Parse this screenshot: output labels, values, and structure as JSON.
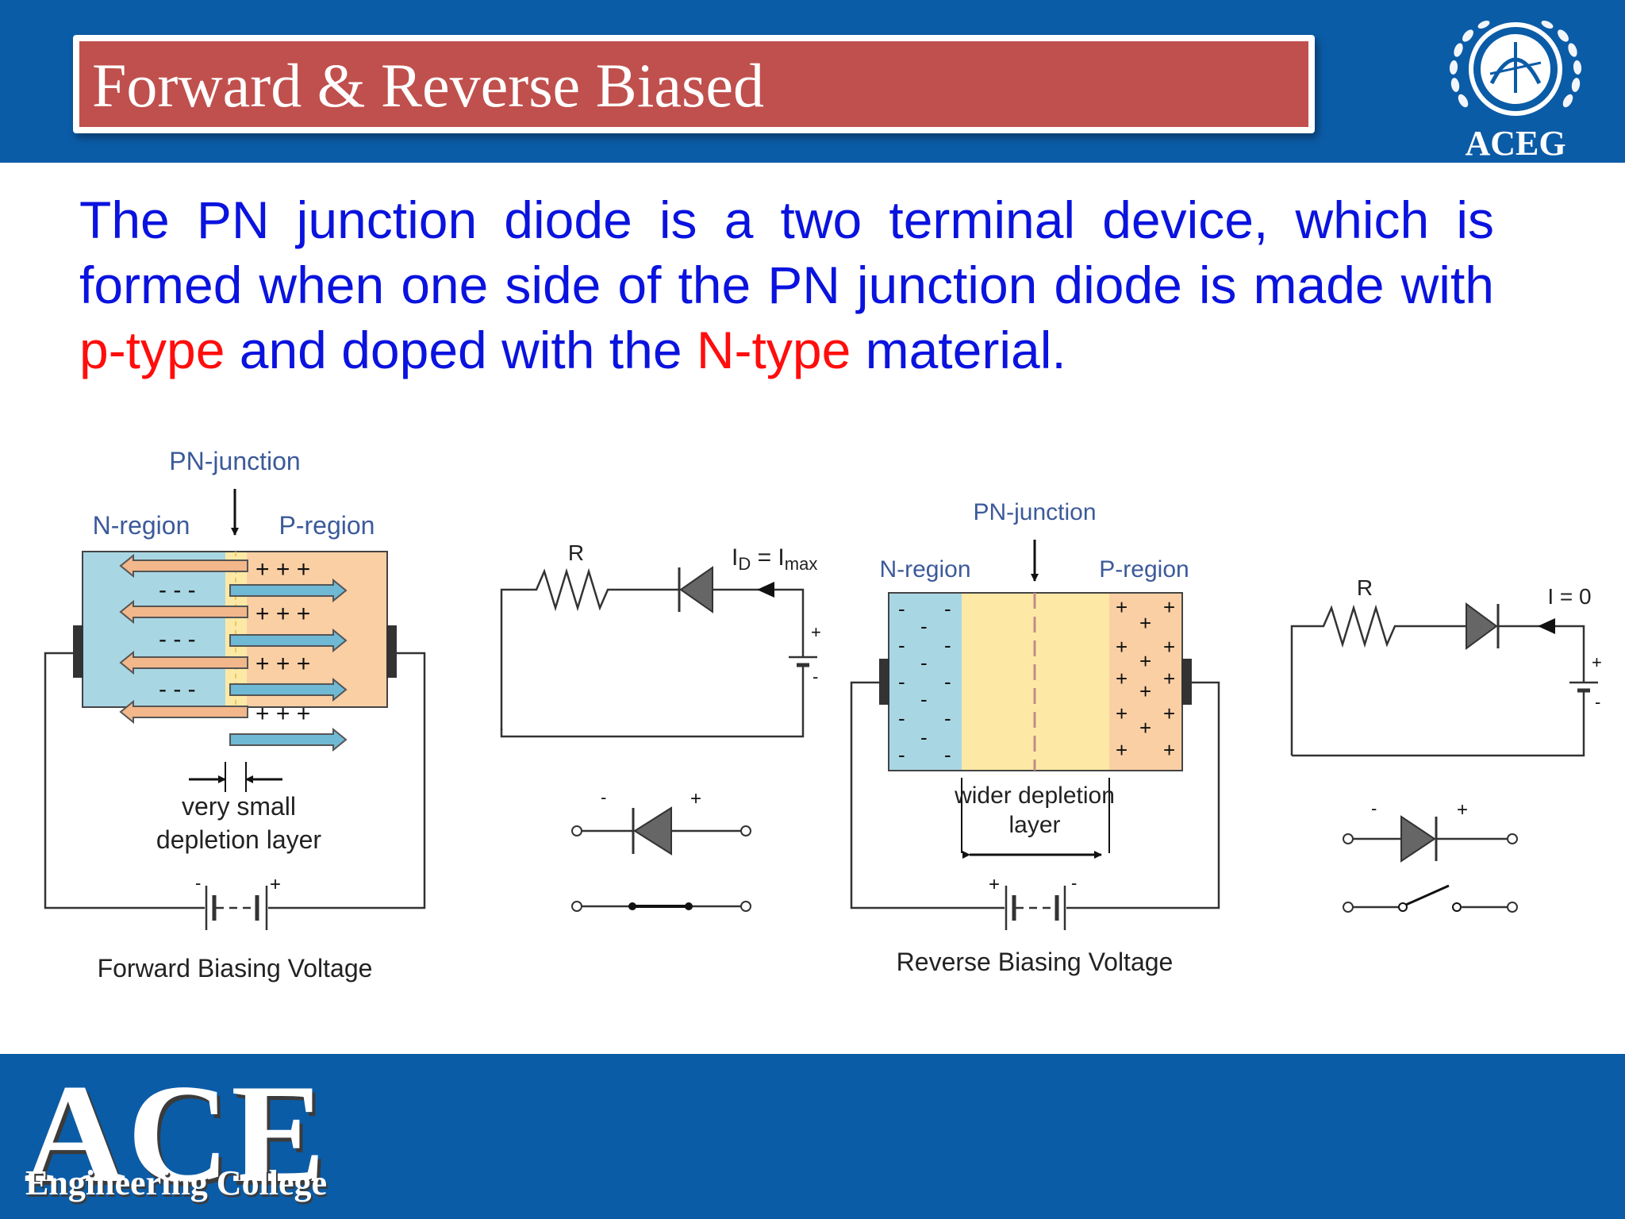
{
  "slide": {
    "title": "Forward & Reverse Biased",
    "body": {
      "part1": "The PN junction diode is a two terminal device, which is formed when one side of the PN junction diode is made with ",
      "hl1": "p-type",
      "part2": " and doped with the ",
      "hl2": "N-type",
      "part3": " material."
    }
  },
  "logo": {
    "emblem_text": "ACEG"
  },
  "footer": {
    "brand": "ACE",
    "subtitle": "Engineering College"
  },
  "forward": {
    "junction_label": "PN-junction",
    "n_region": "N-region",
    "p_region": "P-region",
    "depletion_line1": "very small",
    "depletion_line2": "depletion layer",
    "voltage_label": "Forward Biasing Voltage",
    "battery_minus": "-",
    "battery_plus": "+"
  },
  "forward_circuit": {
    "resistor": "R",
    "current_main": "I",
    "current_sub": "D",
    "current_eq": " = I",
    "current_max": "max",
    "plus": "+",
    "minus": "-",
    "sym_minus": "-",
    "sym_plus": "+"
  },
  "reverse": {
    "junction_label": "PN-junction",
    "n_region": "N-region",
    "p_region": "P-region",
    "depletion_line1": "wider depletion",
    "depletion_line2": "layer",
    "voltage_label": "Reverse Biasing Voltage",
    "battery_plus": "+",
    "battery_minus": "-"
  },
  "reverse_circuit": {
    "resistor": "R",
    "current": "I = 0",
    "plus": "+",
    "minus": "-",
    "sym_minus": "-",
    "sym_plus": "+"
  },
  "colors": {
    "band": "#0b5ca7",
    "title_fill": "#c0504d",
    "body_text": "#0a13de",
    "highlight": "#ff0d0d",
    "n_region": "#a9d6e3",
    "p_region": "#fbcfa4",
    "depletion": "#fde9a5",
    "diagram_label": "#3c5a9a"
  }
}
